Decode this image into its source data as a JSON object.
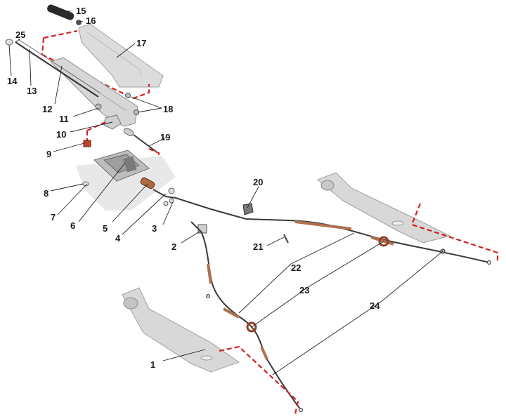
{
  "labels": {
    "l1": "1",
    "l2": "2",
    "l3": "3",
    "l4": "4",
    "l5": "5",
    "l6": "6",
    "l7": "7",
    "l8": "8",
    "l9": "9",
    "l10": "10",
    "l11": "11",
    "l12": "12",
    "l13": "13",
    "l14": "14",
    "l15": "15",
    "l16": "16",
    "l17": "17",
    "l18": "18",
    "l19": "19",
    "l20": "20",
    "l21": "21",
    "l22": "22",
    "l23": "23",
    "l24": "24",
    "l25": "25"
  },
  "colors": {
    "part_fill": "#d8d8d8",
    "part_stroke": "#9a9a9a",
    "cable": "#3c3c3c",
    "cable_sheath": "#b07050",
    "dashed_outline": "#d42020",
    "leader": "#222222"
  }
}
